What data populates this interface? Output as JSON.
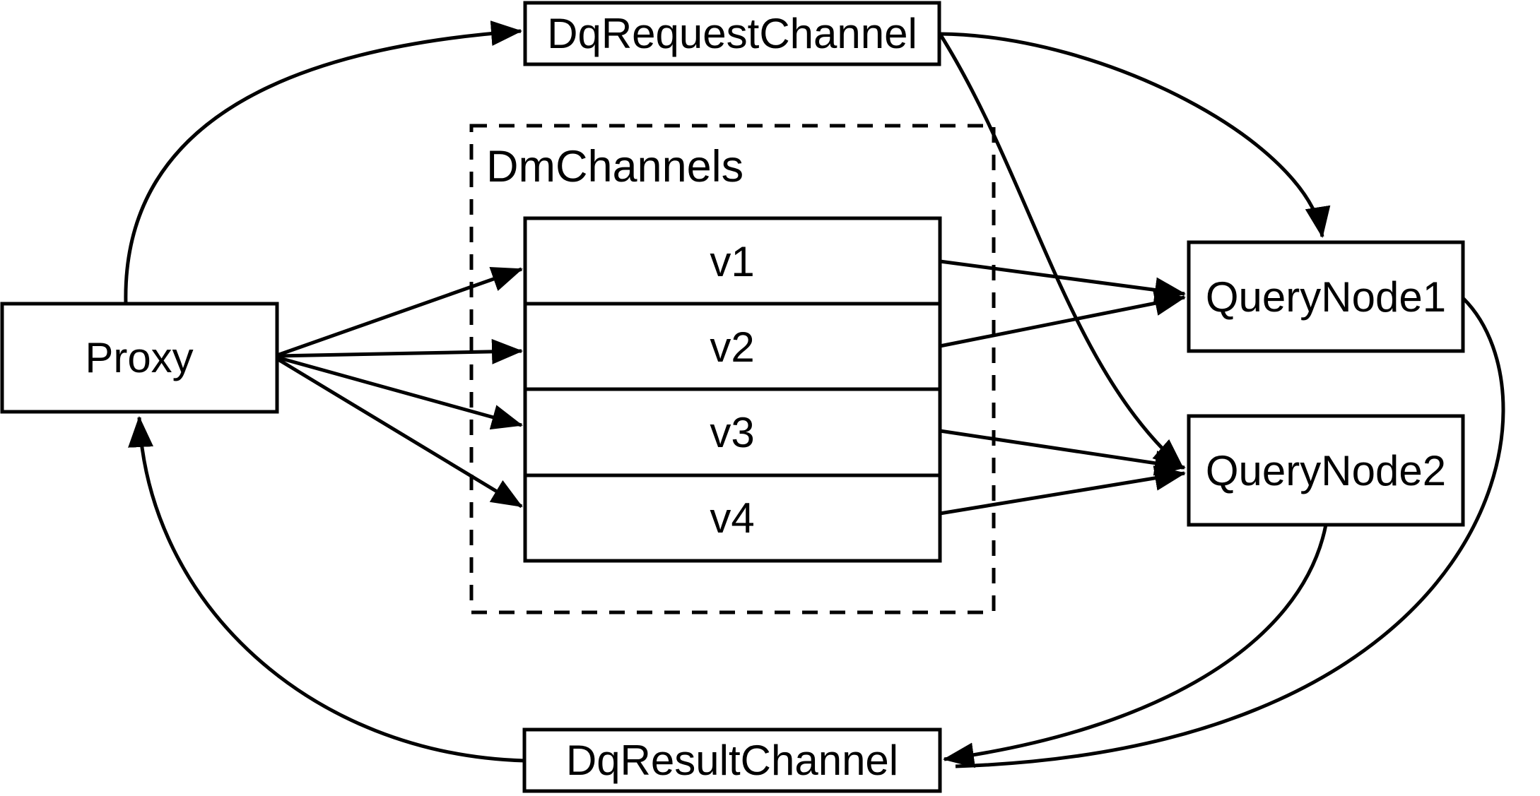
{
  "diagram": {
    "type": "flow",
    "colors": {
      "line": "#000000",
      "box_fill": "#ffffff",
      "text": "#000000",
      "background": "#ffffff"
    },
    "nodes": {
      "dq_request_channel": {
        "label": "DqRequestChannel"
      },
      "proxy": {
        "label": "Proxy"
      },
      "dm_channels": {
        "label": "DmChannels",
        "style": "dashed-group"
      },
      "v1": {
        "label": "v1"
      },
      "v2": {
        "label": "v2"
      },
      "v3": {
        "label": "v3"
      },
      "v4": {
        "label": "v4"
      },
      "query_node1": {
        "label": "QueryNode1"
      },
      "query_node2": {
        "label": "QueryNode2"
      },
      "dq_result_channel": {
        "label": "DqResultChannel"
      }
    },
    "edges": [
      {
        "from": "Proxy",
        "to": "DqRequestChannel"
      },
      {
        "from": "DqRequestChannel",
        "to": "QueryNode1"
      },
      {
        "from": "DqRequestChannel",
        "to": "QueryNode2"
      },
      {
        "from": "Proxy",
        "to": "v1"
      },
      {
        "from": "Proxy",
        "to": "v2"
      },
      {
        "from": "Proxy",
        "to": "v3"
      },
      {
        "from": "Proxy",
        "to": "v4"
      },
      {
        "from": "v1",
        "to": "QueryNode1"
      },
      {
        "from": "v2",
        "to": "QueryNode1"
      },
      {
        "from": "v3",
        "to": "QueryNode2"
      },
      {
        "from": "v4",
        "to": "QueryNode2"
      },
      {
        "from": "QueryNode1",
        "to": "DqResultChannel"
      },
      {
        "from": "QueryNode2",
        "to": "DqResultChannel"
      },
      {
        "from": "DqResultChannel",
        "to": "Proxy"
      }
    ]
  }
}
